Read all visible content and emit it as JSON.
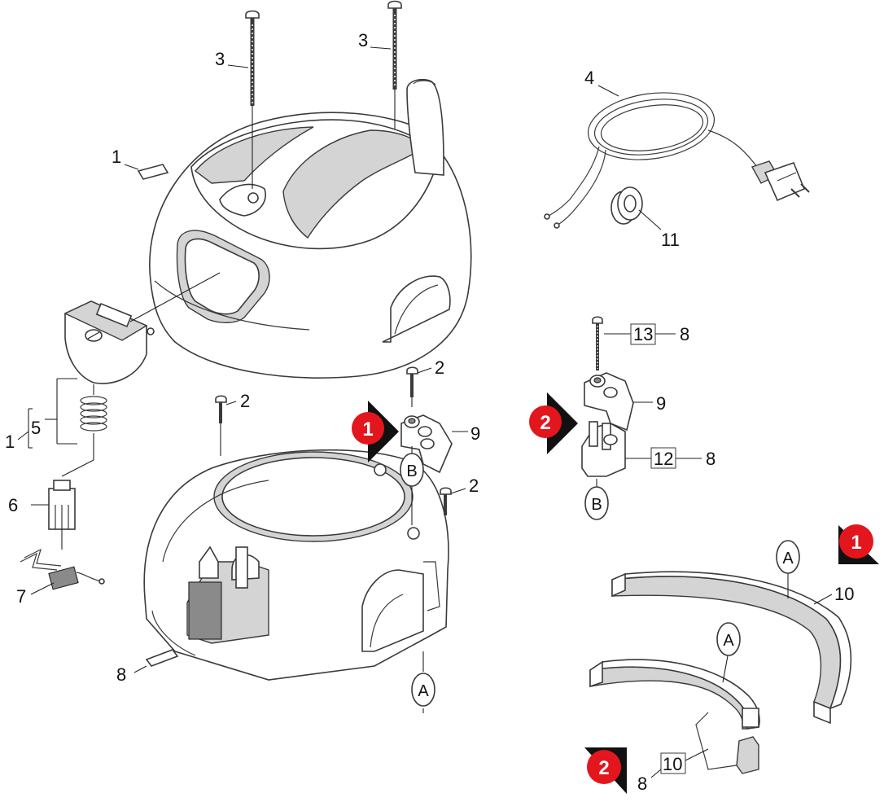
{
  "part_labels": {
    "p1_top": "1",
    "p1_side": "1",
    "p2_left": "2",
    "p2_mid": "2",
    "p2_right": "2",
    "p3_left": "3",
    "p3_right": "3",
    "p4": "4",
    "p5": "5",
    "p6": "6",
    "p7": "7",
    "p8_bottom": "8",
    "p8_screw": "8",
    "p8_valve": "8",
    "p8_foam": "8",
    "p9_a": "9",
    "p9_b": "9",
    "p10_a": "10",
    "p10_b": "10",
    "p11": "11",
    "p12": "12",
    "p13": "13"
  },
  "reference_markers": {
    "a_base": "A",
    "a_foam_1": "A",
    "a_foam_2": "A",
    "b_valve_1": "B",
    "b_valve_2": "B"
  },
  "variant_badges": {
    "valve_1": "1",
    "valve_2": "2",
    "foam_1": "1",
    "foam_2": "2"
  },
  "colors": {
    "badge_red": "#e3161d",
    "line": "#3a3a3a",
    "shade": "#d4d4d4"
  }
}
